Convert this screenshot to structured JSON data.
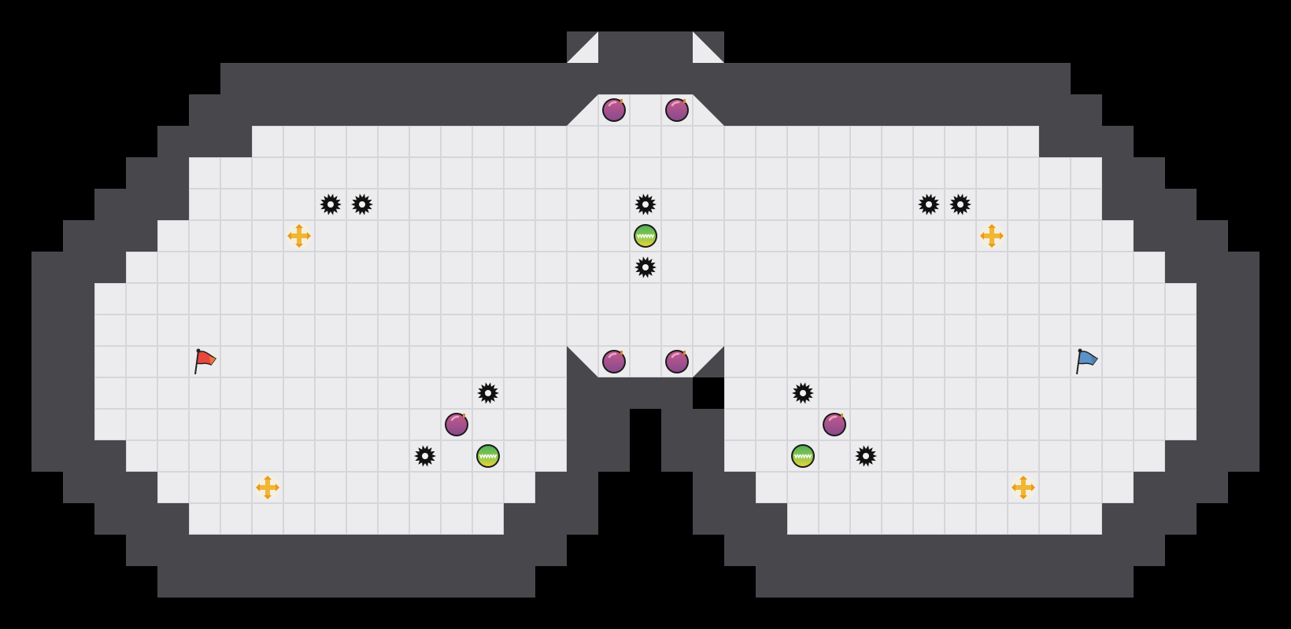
{
  "map": {
    "colors": {
      "background": "#000000",
      "wall": "#47474c",
      "wall_outline": "#2a2a2e",
      "floor": "#ececee",
      "grid_line": "#d6d6da"
    },
    "entities": [
      {
        "type": "flag",
        "team": "red",
        "color": "#e8473e",
        "accent": "#e87a3a",
        "col": 6,
        "row": 11
      },
      {
        "type": "flag",
        "team": "blue",
        "color": "#5b93c9",
        "accent": "#4f7fa6",
        "col": 34,
        "row": 11
      },
      {
        "type": "bomb",
        "col": 19,
        "row": 3
      },
      {
        "type": "bomb",
        "col": 21,
        "row": 3
      },
      {
        "type": "bomb",
        "col": 19,
        "row": 11
      },
      {
        "type": "bomb",
        "col": 21,
        "row": 11
      },
      {
        "type": "bomb",
        "col": 14,
        "row": 13
      },
      {
        "type": "bomb",
        "col": 26,
        "row": 13
      },
      {
        "type": "boost",
        "col": 20,
        "row": 7
      },
      {
        "type": "boost",
        "col": 15,
        "row": 14
      },
      {
        "type": "boost",
        "col": 25,
        "row": 14
      },
      {
        "type": "spike",
        "col": 10,
        "row": 6
      },
      {
        "type": "spike",
        "col": 11,
        "row": 6
      },
      {
        "type": "spike",
        "col": 20,
        "row": 6
      },
      {
        "type": "spike",
        "col": 20,
        "row": 8
      },
      {
        "type": "spike",
        "col": 29,
        "row": 6
      },
      {
        "type": "spike",
        "col": 30,
        "row": 6
      },
      {
        "type": "spike",
        "col": 15,
        "row": 12
      },
      {
        "type": "spike",
        "col": 25,
        "row": 12
      },
      {
        "type": "spike",
        "col": 13,
        "row": 14
      },
      {
        "type": "spike",
        "col": 27,
        "row": 14
      },
      {
        "type": "powerup",
        "col": 9,
        "row": 7
      },
      {
        "type": "powerup",
        "col": 31,
        "row": 7
      },
      {
        "type": "powerup",
        "col": 8,
        "row": 15
      },
      {
        "type": "powerup",
        "col": 32,
        "row": 15
      }
    ]
  }
}
